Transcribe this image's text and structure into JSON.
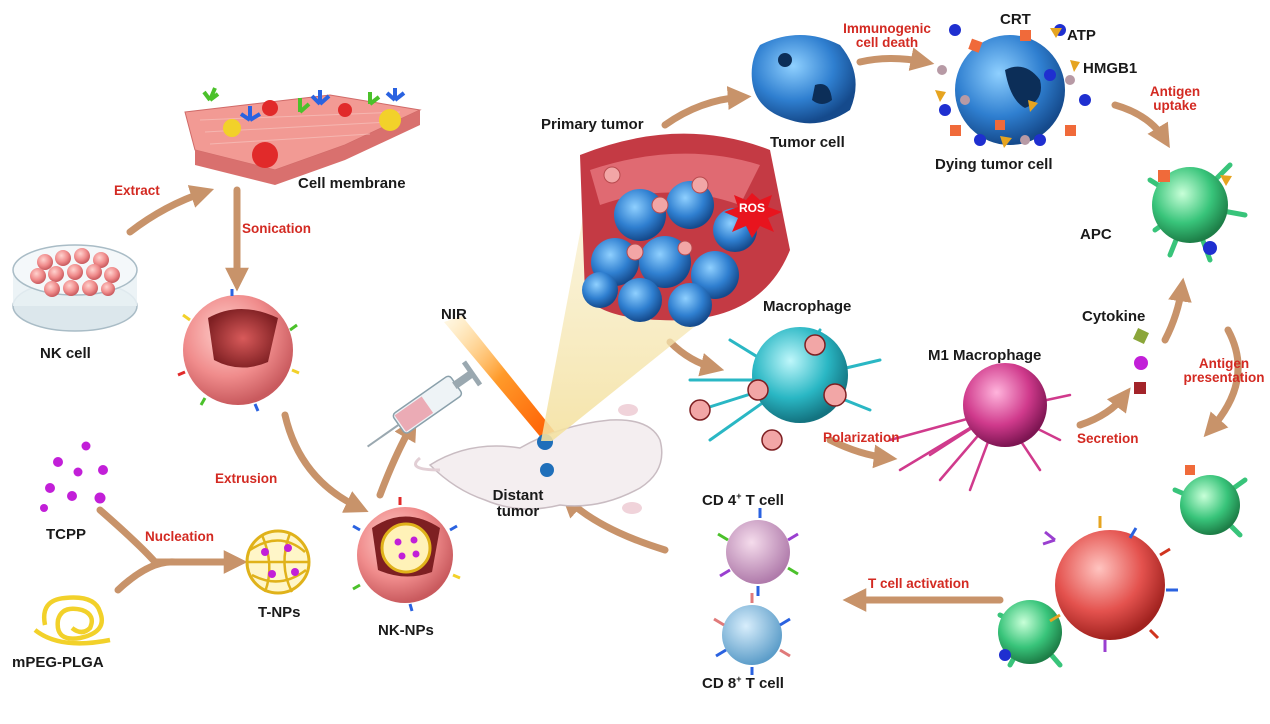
{
  "labels": {
    "nk_cell": "NK cell",
    "extract": "Extract",
    "cell_membrane": "Cell membrane",
    "sonication": "Sonication",
    "tcpp": "TCPP",
    "nucleation": "Nucleation",
    "mpeg_plga": "mPEG-PLGA",
    "t_nps": "T-NPs",
    "extrusion": "Extrusion",
    "nk_nps": "NK-NPs",
    "nir": "NIR",
    "distant_tumor_1": "Distant",
    "distant_tumor_2": "tumor",
    "primary_tumor": "Primary tumor",
    "ros": "ROS",
    "tumor_cell": "Tumor cell",
    "immunogenic_1": "Immunogenic",
    "immunogenic_2": "cell death",
    "crt": "CRT",
    "atp": "ATP",
    "hmgb1": "HMGB1",
    "dying_tumor_cell": "Dying tumor cell",
    "antigen_uptake_1": "Antigen",
    "antigen_uptake_2": "uptake",
    "apc": "APC",
    "macrophage": "Macrophage",
    "m1_macrophage": "M1 Macrophage",
    "polarization": "Polarization",
    "secretion": "Secretion",
    "cytokine": "Cytokine",
    "antigen_presentation_1": "Antigen",
    "antigen_presentation_2": "presentation",
    "cd4_prefix": "CD 4",
    "cd4_sup": "+",
    "cd4_suffix": " T cell",
    "cd8_prefix": "CD 8",
    "cd8_sup": "+",
    "cd8_suffix": " T cell",
    "t_cell_activation": "T cell activation"
  },
  "colors": {
    "label_text": "#1a1a1a",
    "process_text": "#d32a22",
    "arrow": "#c8936a",
    "membrane_pink": "#f08c8c",
    "tumor_blue": "#2f7fd0",
    "apc_green": "#38c47a",
    "macrophage_cyan": "#2ab7c4",
    "m1_magenta": "#d03a8c",
    "tcpp_purple": "#c21fd8",
    "polymer_yellow": "#f2d12a",
    "ros_red": "#e8141e"
  }
}
